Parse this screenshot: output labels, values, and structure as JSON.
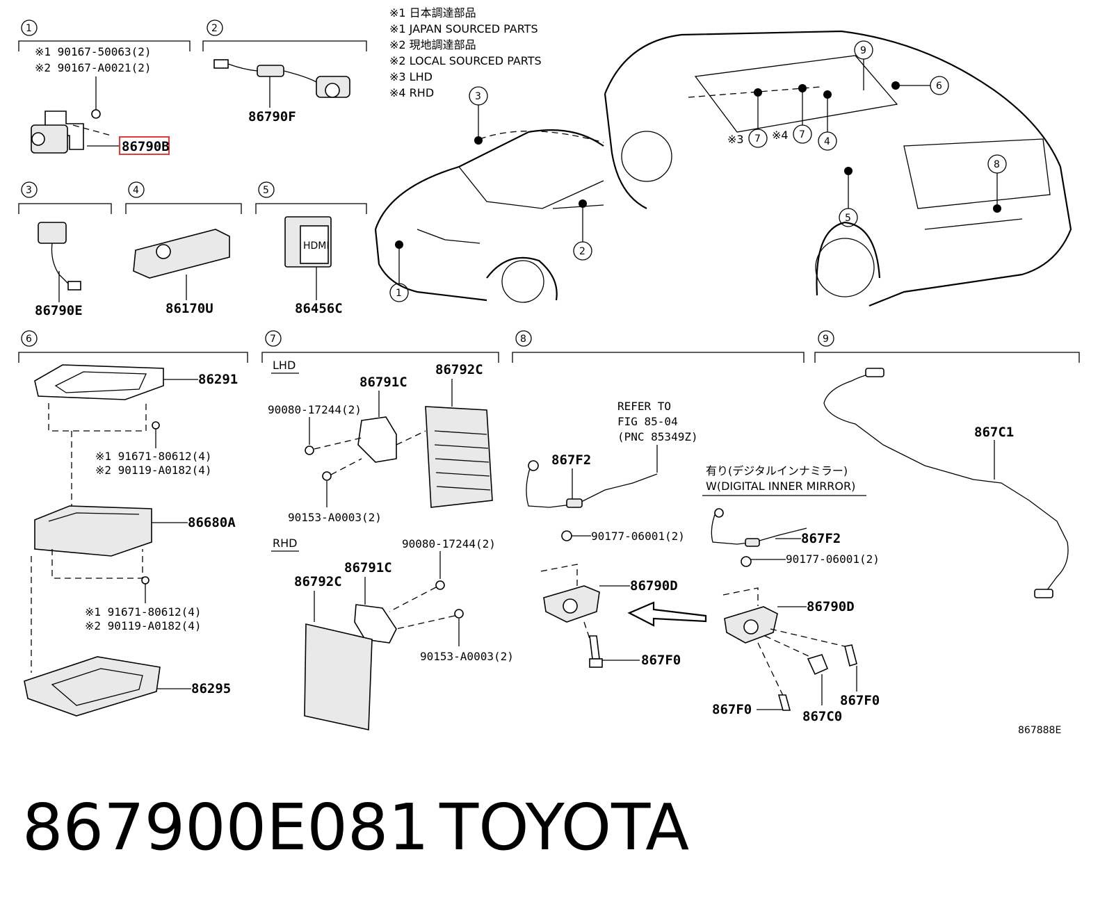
{
  "legend": [
    "※1 日本調達部品",
    "※1 JAPAN SOURCED PARTS",
    "※2 現地調達部品",
    "※2 LOCAL SOURCED PARTS",
    "※3 LHD",
    "※4 RHD"
  ],
  "sections": [
    "1",
    "2",
    "3",
    "4",
    "5",
    "6",
    "7",
    "8",
    "9"
  ],
  "parts": {
    "p1_note1": "※1 90167-50063(2)",
    "p1_note2": "※2 90167-A0021(2)",
    "p1_main": "86790B",
    "p2_main": "86790F",
    "p3_main": "86790E",
    "p4_main": "86170U",
    "p5_main": "86456C",
    "p6_a": "86291",
    "p6_n1": "※1 91671-80612(4)",
    "p6_n2": "※2 90119-A0182(4)",
    "p6_b": "86680A",
    "p6_n3": "※1 91671-80612(4)",
    "p6_n4": "※2 90119-A0182(4)",
    "p6_c": "86295",
    "p7_lhd": "LHD",
    "p7_rhd": "RHD",
    "p7_a": "86791C",
    "p7_b": "86792C",
    "p7_c": "90080-17244(2)",
    "p7_d": "90153-A0003(2)",
    "p7_e": "90080-17244(2)",
    "p7_f": "86791C",
    "p7_g": "86792C",
    "p7_h": "90153-A0003(2)",
    "p8_refer1": "REFER TO",
    "p8_refer2": "FIG 85-04",
    "p8_refer3": "(PNC 85349Z)",
    "p8_a": "867F2",
    "p8_b": "90177-06001(2)",
    "p8_c": "86790D",
    "p8_d": "867F0",
    "p8_mirror_jp": "有り(デジタルインナミラー)",
    "p8_mirror_en": "W(DIGITAL INNER MIRROR)",
    "p8_e": "867F2",
    "p8_f": "90177-06001(2)",
    "p8_g": "86790D",
    "p8_h": "867F0",
    "p8_i": "867F0",
    "p8_j": "867C0",
    "p9_a": "867C1"
  },
  "car_callouts": [
    "3",
    "2",
    "1",
    "9",
    "6",
    "7",
    "7",
    "4",
    "8",
    "5"
  ],
  "car_notes": [
    "※3",
    "※4"
  ],
  "figure_code": "867888E",
  "footer": {
    "part_number": "867900E081",
    "brand": "TOYOTA"
  },
  "colors": {
    "highlight": "#e53935",
    "ink": "#000000",
    "background": "#ffffff"
  }
}
